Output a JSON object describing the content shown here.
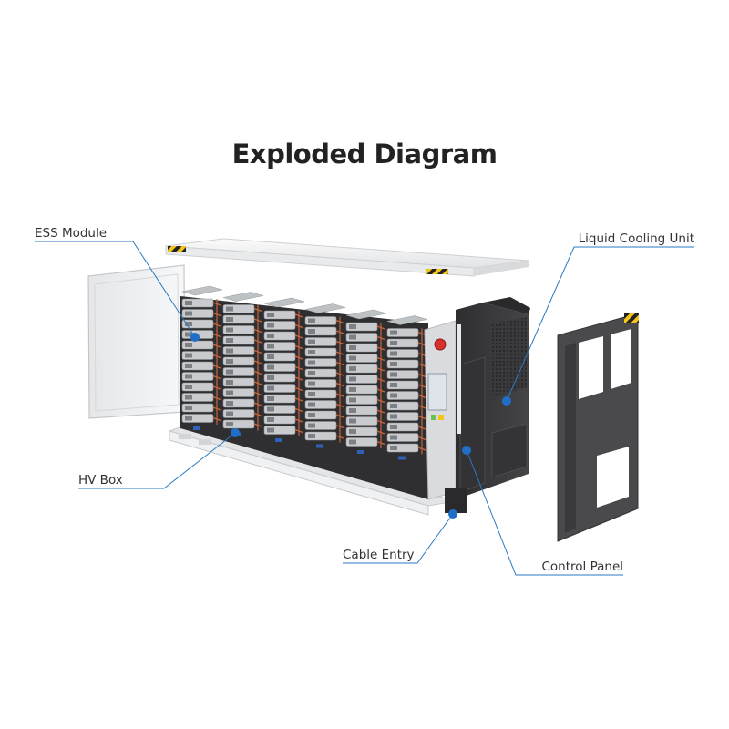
{
  "title": "Exploded Diagram",
  "labels": {
    "ess_module": "ESS Module",
    "liquid_cooling_unit": "Liquid Cooling Unit",
    "hv_box": "HV Box",
    "cable_entry": "Cable Entry",
    "control_panel": "Control Panel"
  },
  "colors": {
    "callout_line": "#2b78c2",
    "callout_dot": "#1f6fc9",
    "cabinet": "#3c3c3e",
    "battery_shell": "#c9cbce",
    "cable": "#c8643a",
    "hazard_yellow": "#f2c41c"
  }
}
